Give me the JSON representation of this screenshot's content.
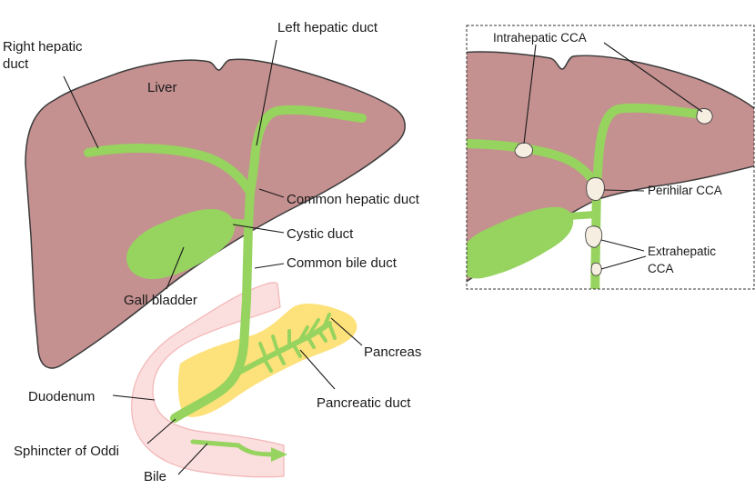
{
  "colors": {
    "liver": "#c49090",
    "liver_stroke": "#3c3c3c",
    "duct": "#97d35f",
    "gall_bladder": "#97d35f",
    "pancreas": "#fde17a",
    "duodenum": "#fbdede",
    "duodenum_stroke": "#f3b5b5",
    "tumor": "#f7eee2",
    "text": "#1a1a1a"
  },
  "main_diagram": {
    "labels": {
      "right_hepatic_duct": [
        "Right hepatic",
        "duct"
      ],
      "left_hepatic_duct": "Left hepatic duct",
      "liver": "Liver",
      "common_hepatic_duct": "Common hepatic duct",
      "cystic_duct": "Cystic duct",
      "common_bile_duct": "Common bile duct",
      "gall_bladder": "Gall bladder",
      "pancreas": "Pancreas",
      "pancreatic_duct": "Pancreatic duct",
      "duodenum": "Duodenum",
      "sphincter_of_oddi": "Sphincter of Oddi",
      "bile": "Bile"
    }
  },
  "inset": {
    "labels": {
      "intrahepatic": "Intrahepatic CCA",
      "perihilar": "Perihilar CCA",
      "extrahepatic": [
        "Extrahepatic",
        "CCA"
      ]
    }
  }
}
